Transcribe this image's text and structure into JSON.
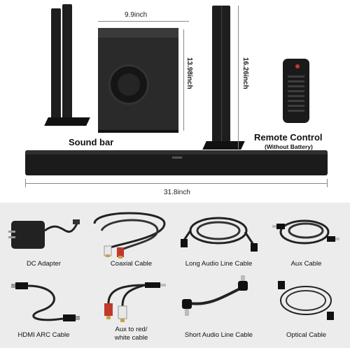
{
  "product": {
    "width_label": "9.9inch",
    "sub_height_label": "13.98inch",
    "bar_height_label": "16.26inch",
    "length_label": "31.8inch",
    "soundbar_label": "Sound bar",
    "remote_label": "Remote Control",
    "remote_note": "(Without Battery)"
  },
  "accessories": [
    {
      "label": "DC Adapter",
      "icon": "dc-adapter-icon"
    },
    {
      "label": "Coaxial Cable",
      "icon": "coaxial-cable-icon"
    },
    {
      "label": "Long Audio Line Cable",
      "icon": "long-audio-cable-icon"
    },
    {
      "label": "Aux Cable",
      "icon": "aux-cable-icon"
    },
    {
      "label": "HDMI ARC Cable",
      "icon": "hdmi-cable-icon"
    },
    {
      "label": "Aux to red/",
      "label2": "white cable",
      "icon": "aux-rca-cable-icon"
    },
    {
      "label": "Short Audio Line Cable",
      "icon": "short-audio-cable-icon"
    },
    {
      "label": "Optical Cable",
      "icon": "optical-cable-icon"
    }
  ],
  "colors": {
    "panel": "#ececec",
    "device": "#1e1e1e",
    "rca_red": "#c0392b",
    "rca_white": "#e8e8e8",
    "gold": "#c9a34a"
  }
}
